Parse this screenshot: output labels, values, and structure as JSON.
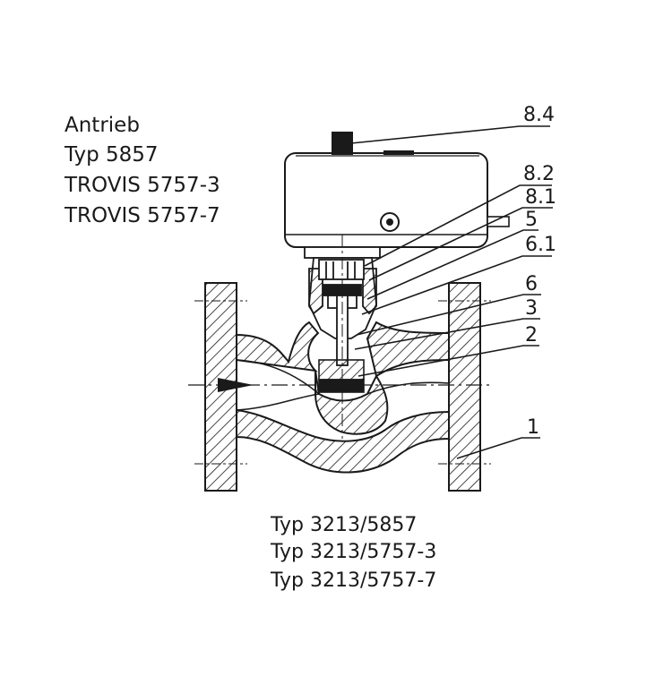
{
  "actuator_title": [
    "Antrieb",
    "Typ 5857",
    "TROVIS 5757-3",
    "TROVIS 5757-7"
  ],
  "callouts": {
    "c84": "8.4",
    "c82": "8.2",
    "c81": "8.1",
    "c5": "5",
    "c61": "6.1",
    "c6": "6",
    "c3": "3",
    "c2": "2",
    "c1": "1"
  },
  "caption": [
    "Typ 3213/5857",
    "Typ 3213/5757-3",
    "Typ 3213/5757-7"
  ],
  "colors": {
    "line": "#1a1a1a",
    "background": "#ffffff"
  },
  "icons": {
    "flow_arrow": "flow-direction-arrow-icon",
    "actuator_knob": "manual-override-knob-icon"
  }
}
